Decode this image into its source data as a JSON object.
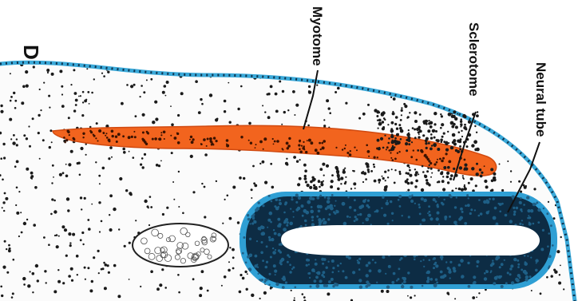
{
  "figure": {
    "panel_letter": "D",
    "labels": {
      "myotome": "Myotome",
      "sclerotome": "Sclerotome",
      "neural_tube": "Neural tube"
    }
  },
  "colors": {
    "background": "#ffffff",
    "ectoderm": "#3aa9d9",
    "myotome": "#f2641e",
    "neural_tube_outer": "#2f9fd4",
    "neural_tube_wall": "#0d2c44",
    "mesenchyme_dots": "#1a1a1a",
    "label_text": "#111111"
  },
  "icons": {
    "notochord": "notochord-outline"
  }
}
